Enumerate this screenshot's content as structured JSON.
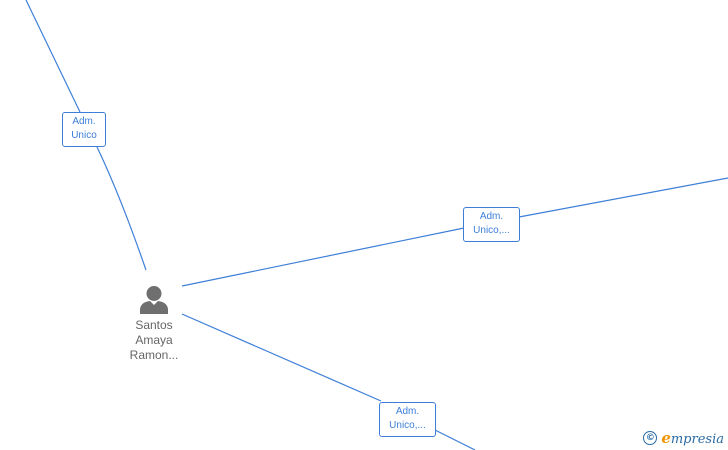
{
  "edge_labels": [
    {
      "line1": "Adm.",
      "line2": "Unico"
    },
    {
      "line1": "Adm.",
      "line2": "Unico,..."
    },
    {
      "line1": "Adm.",
      "line2": "Unico,..."
    }
  ],
  "person": {
    "name_lines": [
      "Santos",
      "Amaya",
      "Ramon..."
    ],
    "icon": "person-icon"
  },
  "watermark": {
    "copyright_symbol": "©",
    "brand_initial": "e",
    "brand_rest": "mpresia"
  },
  "colors": {
    "edge": "#3d7fd8",
    "node_text": "#666666",
    "brand_blue": "#2a6aa3",
    "brand_orange": "#f29400"
  }
}
